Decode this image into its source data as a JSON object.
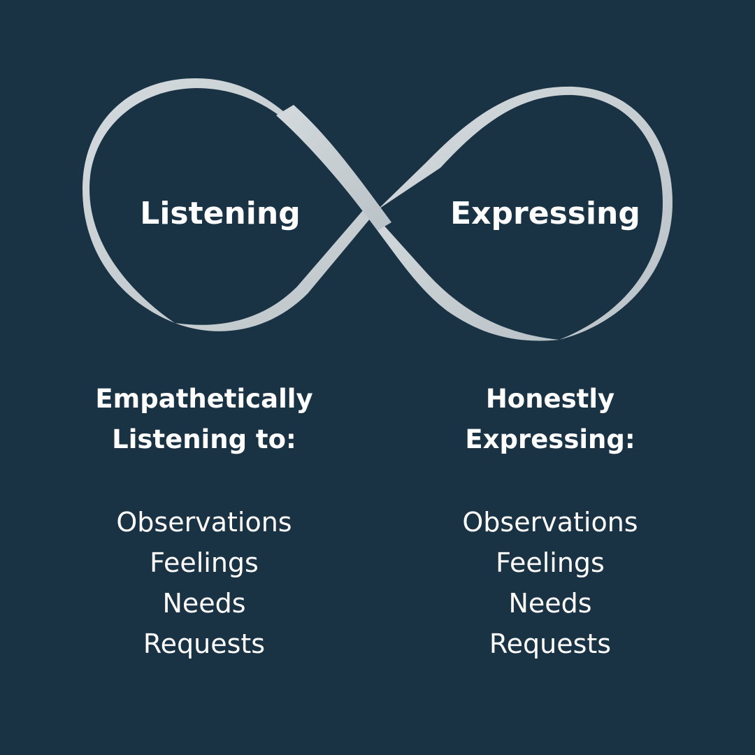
{
  "colors": {
    "background": "#193345",
    "ribbon": "#c9d0d4",
    "text": "#ffffff"
  },
  "infinity": {
    "left_label": "Listening",
    "right_label": "Expressing"
  },
  "columns": [
    {
      "heading": [
        "Empathetically",
        "Listening to:"
      ],
      "items": [
        "Observations",
        "Feelings",
        "Needs",
        "Requests"
      ]
    },
    {
      "heading": [
        "Honestly",
        "Expressing:"
      ],
      "items": [
        "Observations",
        "Feelings",
        "Needs",
        "Requests"
      ]
    }
  ]
}
